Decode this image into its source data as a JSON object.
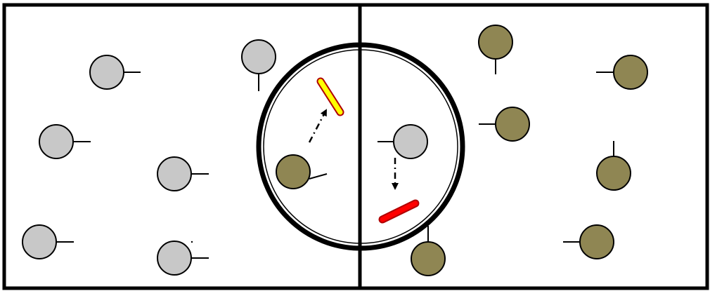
{
  "diagram": {
    "colors": {
      "frame": "#000000",
      "background": "#ffffff",
      "gray_particle": "#c8c8c8",
      "olive_particle": "#8f8653",
      "yellow_rod": "#ffff00",
      "yellow_rod_outline": "#b00000",
      "red_rod": "#ff0000",
      "red_rod_outline": "#b00000"
    },
    "left_panel": {
      "particle_kind": "gray-circle-with-stem",
      "particle_count": 7
    },
    "right_panel": {
      "particle_kind": "olive-circle-with-stem",
      "particle_count": 7
    },
    "center_circle": {
      "contents": [
        "olive-particle",
        "yellow-rod",
        "gray-particle",
        "red-rod"
      ],
      "arrows": [
        "olive-to-yellow-dashed-arrow",
        "gray-to-red-dashed-arrow"
      ]
    }
  }
}
